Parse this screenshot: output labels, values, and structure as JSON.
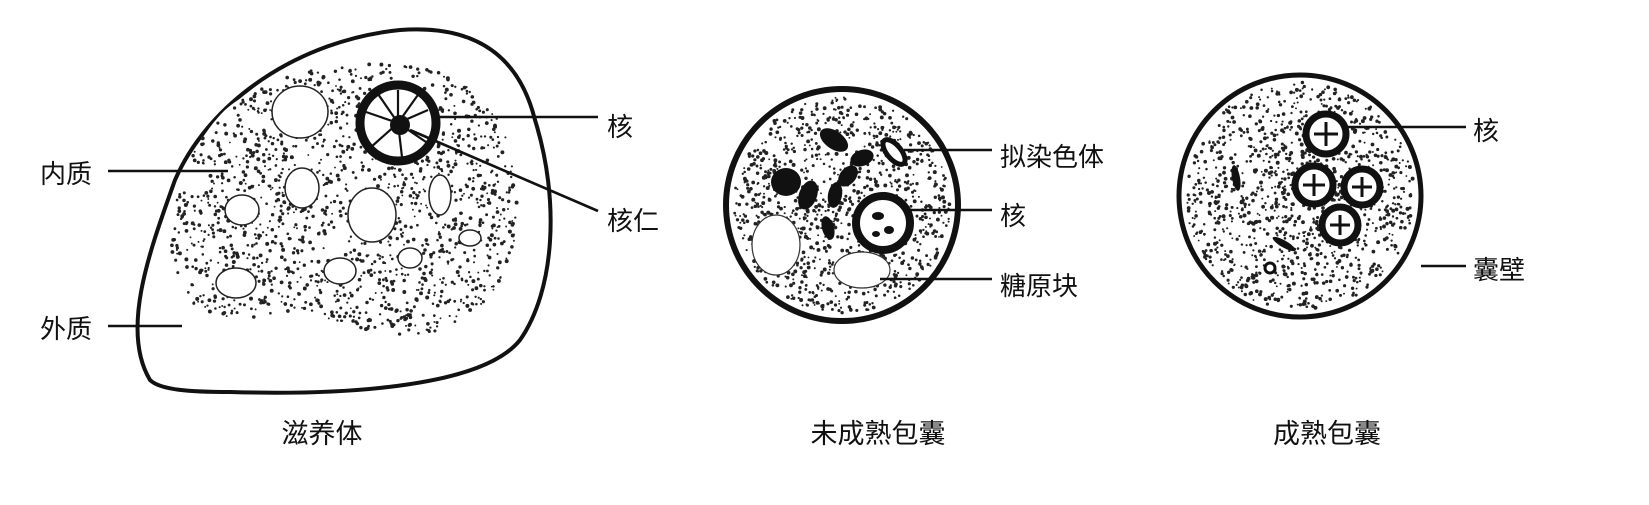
{
  "figures": [
    {
      "caption": "滋养体",
      "labels": {
        "nucleus": "核",
        "karyosome": "核仁",
        "endoplasm": "内质",
        "ectoplasm": "外质"
      }
    },
    {
      "caption": "未成熟包囊",
      "labels": {
        "chromatoid": "拟染色体",
        "nucleus": "核",
        "glycogen": "糖原块"
      }
    },
    {
      "caption": "成熟包囊",
      "labels": {
        "nucleus": "核",
        "cyst_wall": "囊壁"
      }
    }
  ],
  "colors": {
    "ink": "#111111",
    "background": "#ffffff"
  }
}
